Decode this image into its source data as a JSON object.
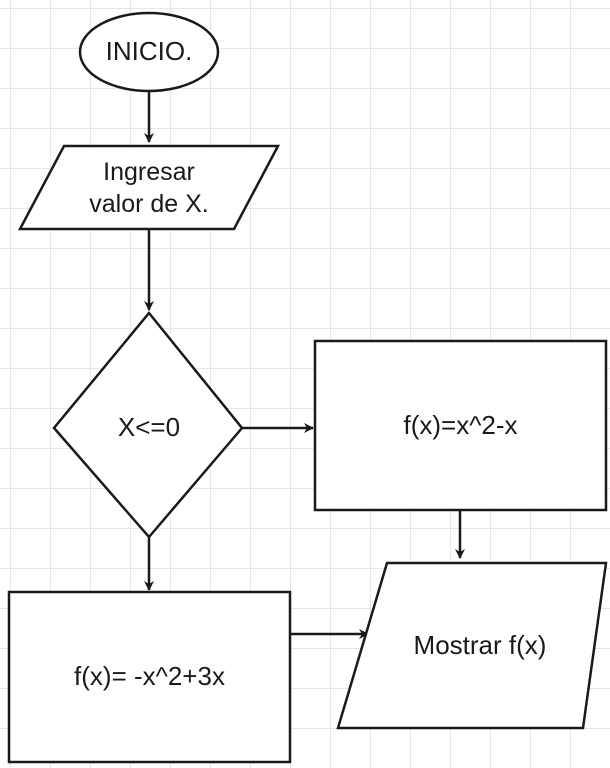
{
  "diagram": {
    "start": "INICIO.",
    "input": "Ingresar\nvalor de X.",
    "decision": "X<=0",
    "process_true": "f(x)=x^2-x",
    "process_false": "f(x)= -x^2+3x",
    "output": "Mostrar f(x)"
  },
  "colors": {
    "stroke": "#1a1a1a",
    "fill": "#ffffff",
    "grid": "#e6e6e6"
  }
}
